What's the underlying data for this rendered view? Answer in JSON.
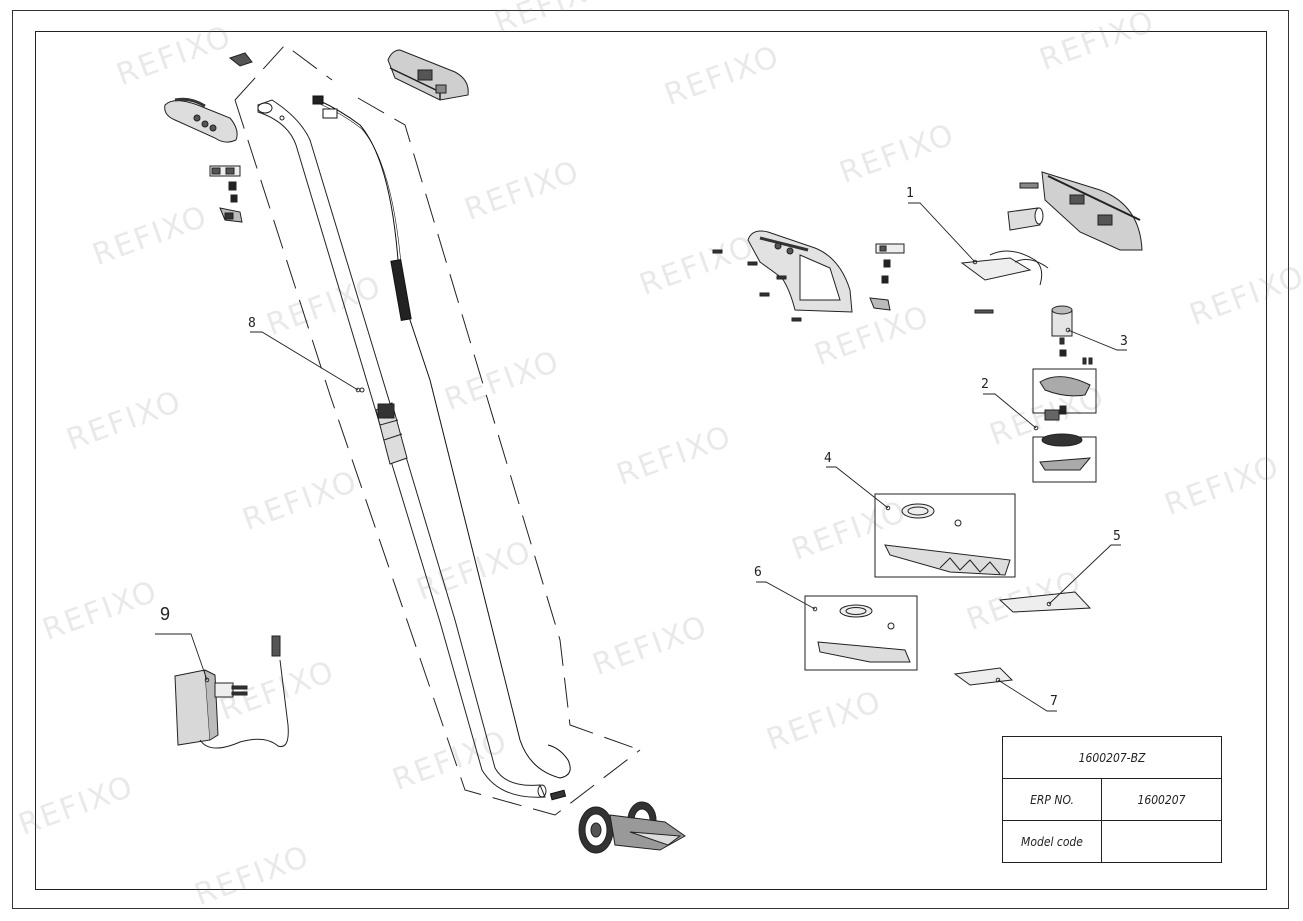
{
  "watermark": "REFIXO",
  "callouts": {
    "c1": "1",
    "c2": "2",
    "c3": "3",
    "c4": "4",
    "c5": "5",
    "c6": "6",
    "c7": "7",
    "c8": "8",
    "c9": "9"
  },
  "title_block": {
    "drawing_number": "1600207-BZ",
    "erp_label": "ERP NO.",
    "erp_value": "1600207",
    "model_label": "Model code",
    "model_value": ""
  },
  "colors": {
    "line": "#222222",
    "part_dark": "#333333",
    "part_mid": "#777777",
    "part_light": "#bbbbbb",
    "watermark": "#787878"
  }
}
